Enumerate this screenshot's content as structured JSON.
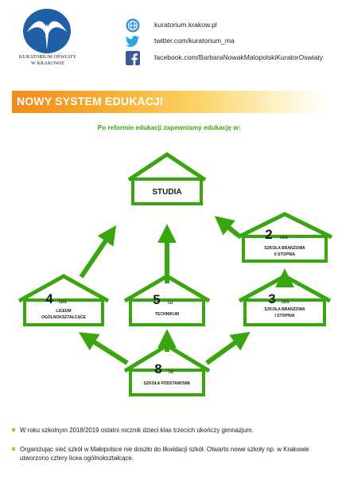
{
  "header": {
    "logo_line1": "KURATORIUM OŚWIATY",
    "logo_line2": "W KRAKOWIE",
    "links": [
      {
        "icon": "globe-icon",
        "text": "kuratorium.krakow.pl"
      },
      {
        "icon": "twitter-bird-icon",
        "text": "twitter.com/kuratorium_ma"
      },
      {
        "icon": "facebook-icon",
        "text": "facebook.com/BarbaraNowakMalopolskiKuratorOswiaty"
      }
    ]
  },
  "section_title": "NOWY SYSTEM EDUKACJI",
  "intro": "Po reformie edukacji zapewniamy edukację w:",
  "diagram": {
    "houses": [
      {
        "id": "studia",
        "label": "STUDIA"
      },
      {
        "id": "branzowa2",
        "number": "2",
        "unit": "lata",
        "label1": "SZKOŁA BRANŻOWA",
        "label2": "II STOPNIA"
      },
      {
        "id": "liceum",
        "number": "4",
        "unit": "lata",
        "label1": "LICEUM",
        "label2": "OGÓLNOKSZTAŁCĄCE"
      },
      {
        "id": "technikum",
        "number": "5",
        "unit": "lat",
        "label1": "TECHNIKUM"
      },
      {
        "id": "branzowa1",
        "number": "3",
        "unit": "lata",
        "label1": "SZKOŁA BRANŻOWA",
        "label2": "I STOPNIA"
      },
      {
        "id": "podstawowa",
        "number": "8",
        "unit": "lat",
        "label1": "SZKOŁA PODSTAWOWA"
      }
    ]
  },
  "colors": {
    "green": "#3aa60f",
    "orange": "#f28a1c",
    "bullet": "#f0a323"
  },
  "bullets": [
    "W roku szkolnym 2018/2019 ostatni rocznik dzieci klas trzecich ukończy gimnazjum.",
    "Organizując sieć szkół w Małopolsce nie doszło do likwidacji szkół. Otwarto nowe szkoły np. w Krakowie utworzono cztery licea  ogólnokształcące."
  ]
}
